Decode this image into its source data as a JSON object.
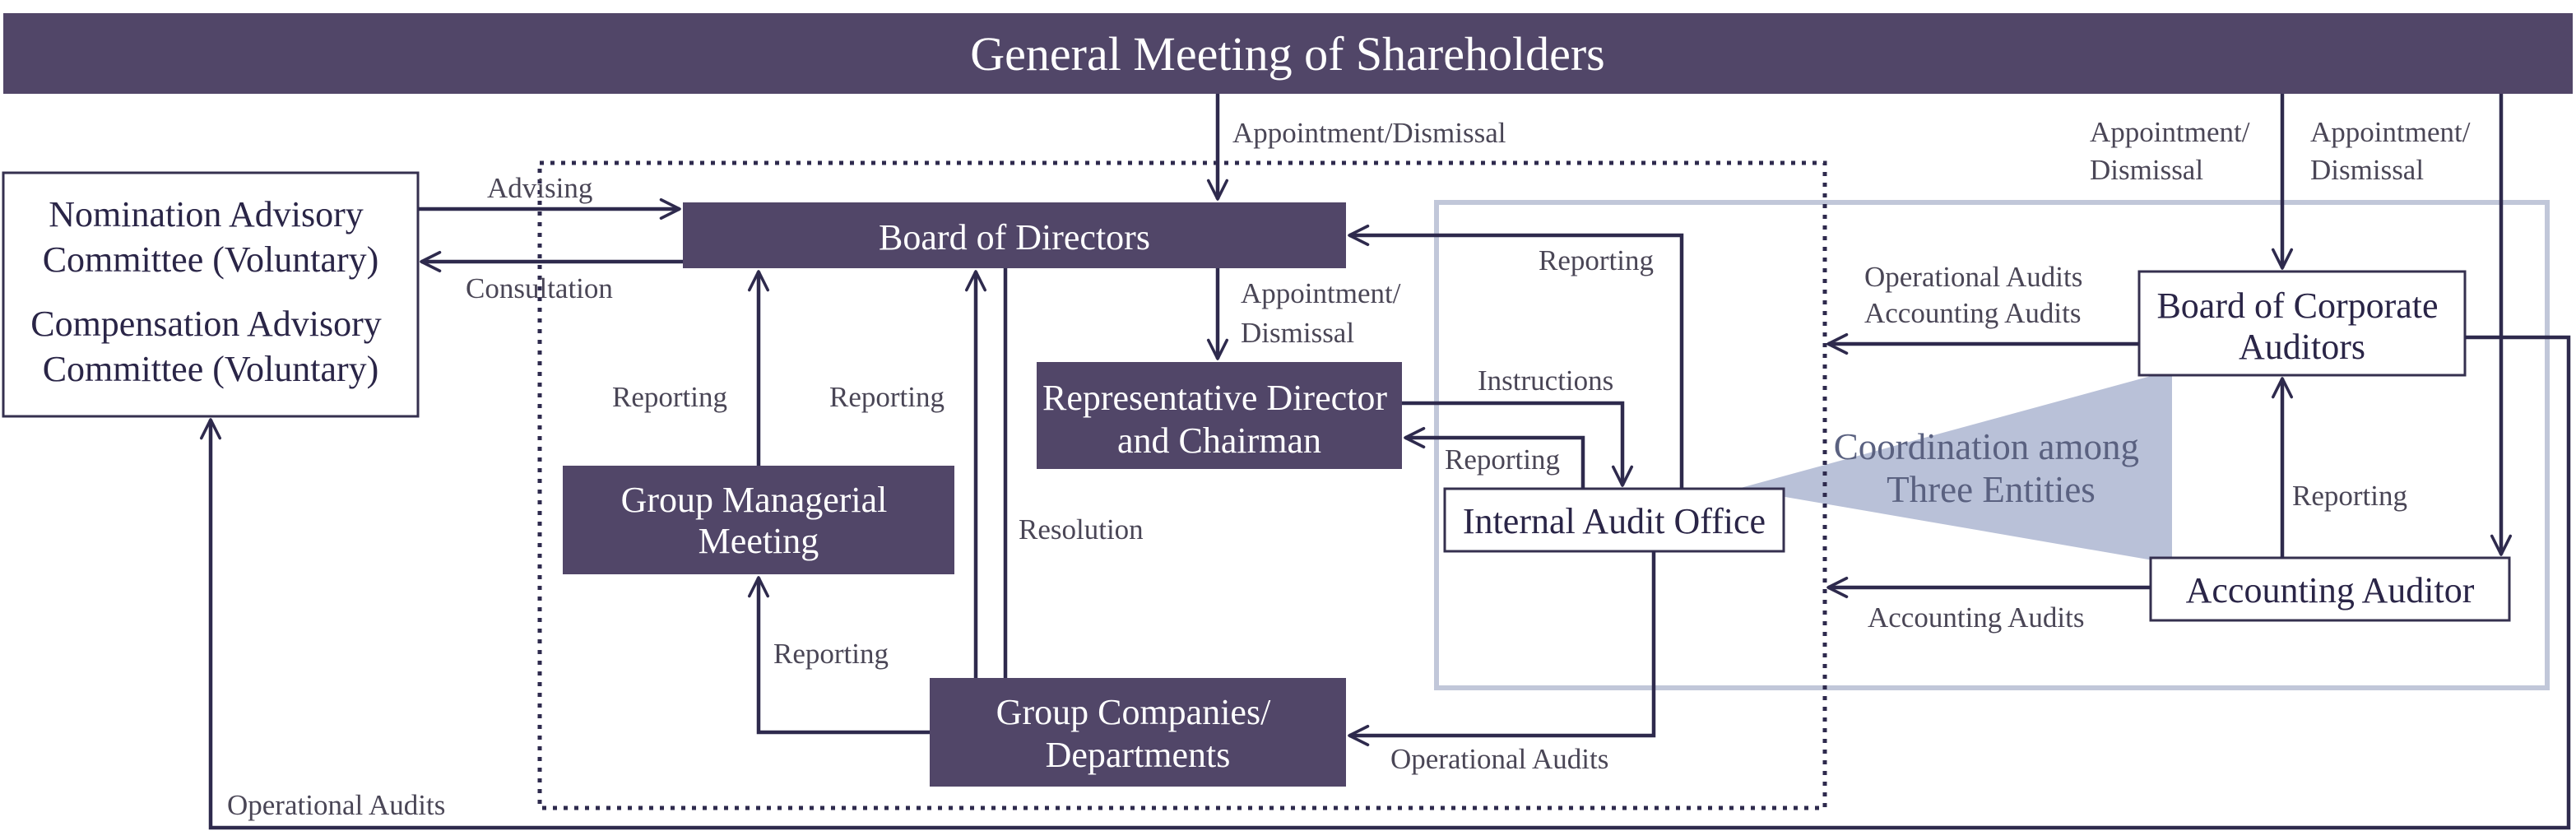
{
  "title": "General Meeting of Shareholders",
  "nodes": {
    "nomination": [
      "Nomination Advisory",
      "Committee (Voluntary)"
    ],
    "compensation": [
      "Compensation Advisory",
      "Committee (Voluntary)"
    ],
    "board": "Board of Directors",
    "rep_director": [
      "Representative Director",
      "and Chairman"
    ],
    "group_managerial": [
      "Group Managerial",
      "Meeting"
    ],
    "group_companies": [
      "Group Companies/",
      "Departments"
    ],
    "internal_audit": "Internal Audit Office",
    "corporate_auditors": [
      "Board of Corporate",
      "Auditors"
    ],
    "accounting_auditor": "Accounting Auditor",
    "coordination": [
      "Coordination among",
      "Three Entities"
    ]
  },
  "labels": {
    "appointment_board": "Appointment/Dismissal",
    "appointment_corp": [
      "Appointment/",
      "Dismissal"
    ],
    "appointment_acct": [
      "Appointment/",
      "Dismissal"
    ],
    "advising": "Advising",
    "consultation": "Consultation",
    "appointment_rep": [
      "Appointment/",
      "Dismissal"
    ],
    "reporting_ia_board": "Reporting",
    "instructions": "Instructions",
    "reporting_ia_rep": "Reporting",
    "reporting_gmm": "Reporting",
    "reporting_gc": "Reporting",
    "resolution": "Resolution",
    "reporting_gc_gmm": "Reporting",
    "operational_audits_gc": "Operational Audits",
    "operational_audits_bottom": "Operational Audits",
    "corp_audits": [
      "Operational Audits",
      "Accounting Audits"
    ],
    "accounting_audits": "Accounting Audits",
    "reporting_acct": "Reporting"
  },
  "colors": {
    "dark_box": "#514668",
    "line": "#2e2a4d",
    "blue_frame": "#c1c7d9",
    "coordination_wedge": "#b9c1d8"
  }
}
